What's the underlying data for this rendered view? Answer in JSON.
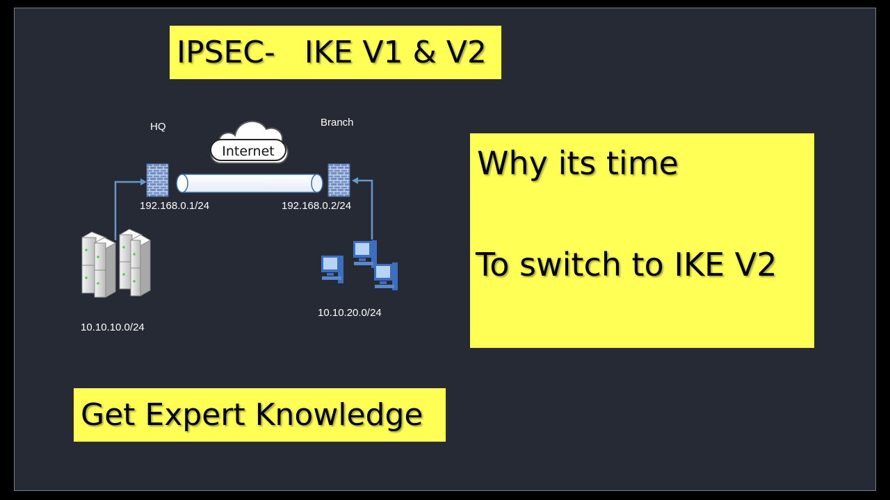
{
  "title_box": {
    "text": "IPSEC-   IKE V1 & V2"
  },
  "why_box": {
    "line1": "Why its time",
    "line2": "To switch to IKE V2"
  },
  "expert_box": {
    "text": "Get Expert Knowledge"
  },
  "diagram": {
    "hq_label": "HQ",
    "branch_label": "Branch",
    "cloud_label": "Internet",
    "hq_ip": "192.168.0.1/24",
    "branch_ip": "192.168.0.2/24",
    "hq_subnet": "10.10.10.0/24",
    "branch_subnet": "10.10.20.0/24"
  },
  "colors": {
    "highlight": "#ffff55",
    "background": "#252a34",
    "arrow": "#6a96c8",
    "firewall": "#6f8fc4"
  }
}
